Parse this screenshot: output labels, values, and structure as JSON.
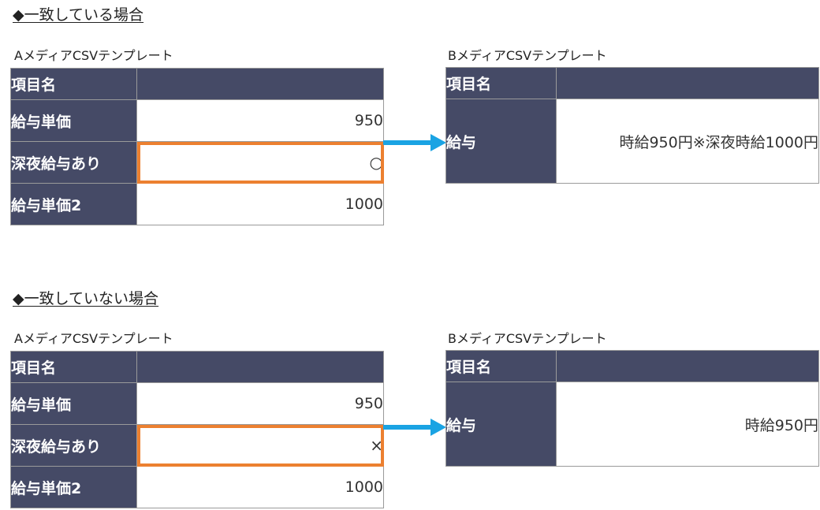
{
  "sections": [
    {
      "heading": "◆一致している場合",
      "a_caption": "AメディアCSVテンプレート",
      "b_caption": "BメディアCSVテンプレート",
      "a_table": {
        "header": "項目名",
        "rows": [
          {
            "label": "給与単価",
            "value": "950"
          },
          {
            "label": "深夜給与あり",
            "value": "○"
          },
          {
            "label": "給与単価2",
            "value": "1000"
          }
        ]
      },
      "b_table": {
        "header": "項目名",
        "label": "給与",
        "value": "時給950円※深夜時給1000円"
      }
    },
    {
      "heading": "◆一致していない場合",
      "a_caption": "AメディアCSVテンプレート",
      "b_caption": "BメディアCSVテンプレート",
      "a_table": {
        "header": "項目名",
        "rows": [
          {
            "label": "給与単価",
            "value": "950"
          },
          {
            "label": "深夜給与あり",
            "value": "×"
          },
          {
            "label": "給与単価2",
            "value": "1000"
          }
        ]
      },
      "b_table": {
        "header": "項目名",
        "label": "給与",
        "value": "時給950円"
      }
    }
  ],
  "colors": {
    "header_fill": "#454a66",
    "highlight_border": "#ec8030",
    "arrow": "#1aa3e3"
  }
}
